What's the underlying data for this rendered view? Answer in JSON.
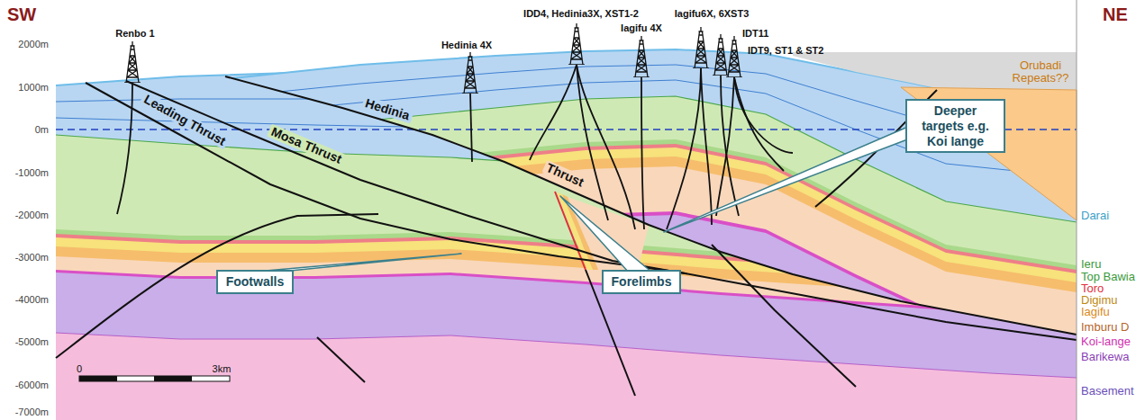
{
  "diagram": {
    "nodes": [
      {
        "text": [
          "Deeper targets e.g. Koi Iange"
        ]
      },
      {
        "text": [
          "Footwalls"
        ]
      },
      {
        "text": [
          "Forelimbs"
        ]
      }
    ],
    "labels": [
      "SW",
      "NE",
      "2000m",
      "1000m",
      "0m",
      "-1000m",
      "-2000m",
      "-3000m",
      "-4000m",
      "-5000m",
      "-6000m",
      "-7000m",
      "Renbo 1",
      "Hedinia 4X",
      "IDD4, Hedinia3X, XST1-2",
      "Iagifu 4X",
      "Iagifu6X, 6XST3",
      "IDT11",
      "IDT9, ST1 & ST2",
      "Hedinia",
      "Thrust",
      "Leading Thrust",
      "Mosa Thrust",
      "Orubadi Repeats??",
      "Darai",
      "Ieru",
      "Top Bawia",
      "Toro",
      "Digimu",
      "Iagifu",
      "Imburu D",
      "Koi-lange",
      "Barikewa",
      "Basement",
      "0",
      "3km"
    ]
  }
}
